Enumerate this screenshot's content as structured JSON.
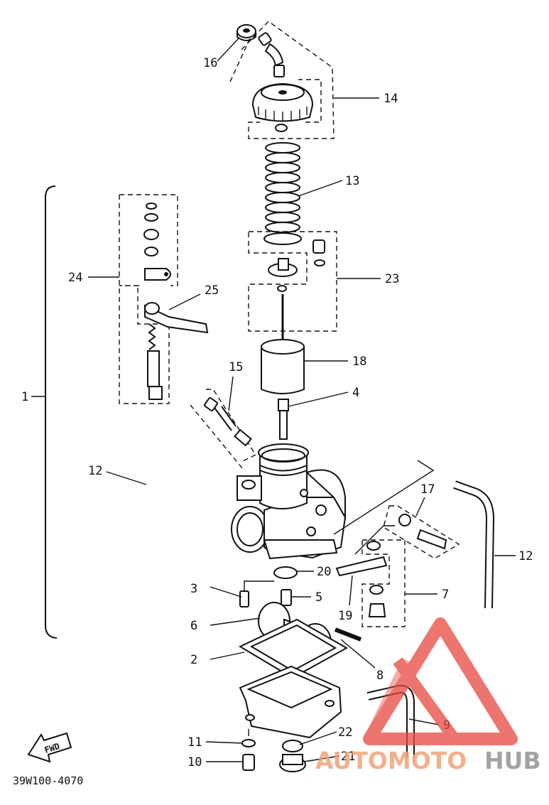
{
  "labels": {
    "l1": "1",
    "l2": "2",
    "l3": "3",
    "l4": "4",
    "l5": "5",
    "l6": "6",
    "l7": "7",
    "l8": "8",
    "l9": "9",
    "l10": "10",
    "l11": "11",
    "l12a": "12",
    "l12b": "12",
    "l13": "13",
    "l14": "14",
    "l15": "15",
    "l16": "16",
    "l17": "17",
    "l18": "18",
    "l19": "19",
    "l20": "20",
    "l21": "21",
    "l22": "22",
    "l23": "23",
    "l24": "24",
    "l25": "25"
  },
  "diagram_code": "39W100-4070",
  "fwd_label": "FWD",
  "watermark": {
    "part1": "AUTOMOTO",
    "part2": "HUB",
    "color_main": "#e8483f",
    "color_accent": "#f0a37a",
    "color_grey": "#9a9a9a"
  }
}
